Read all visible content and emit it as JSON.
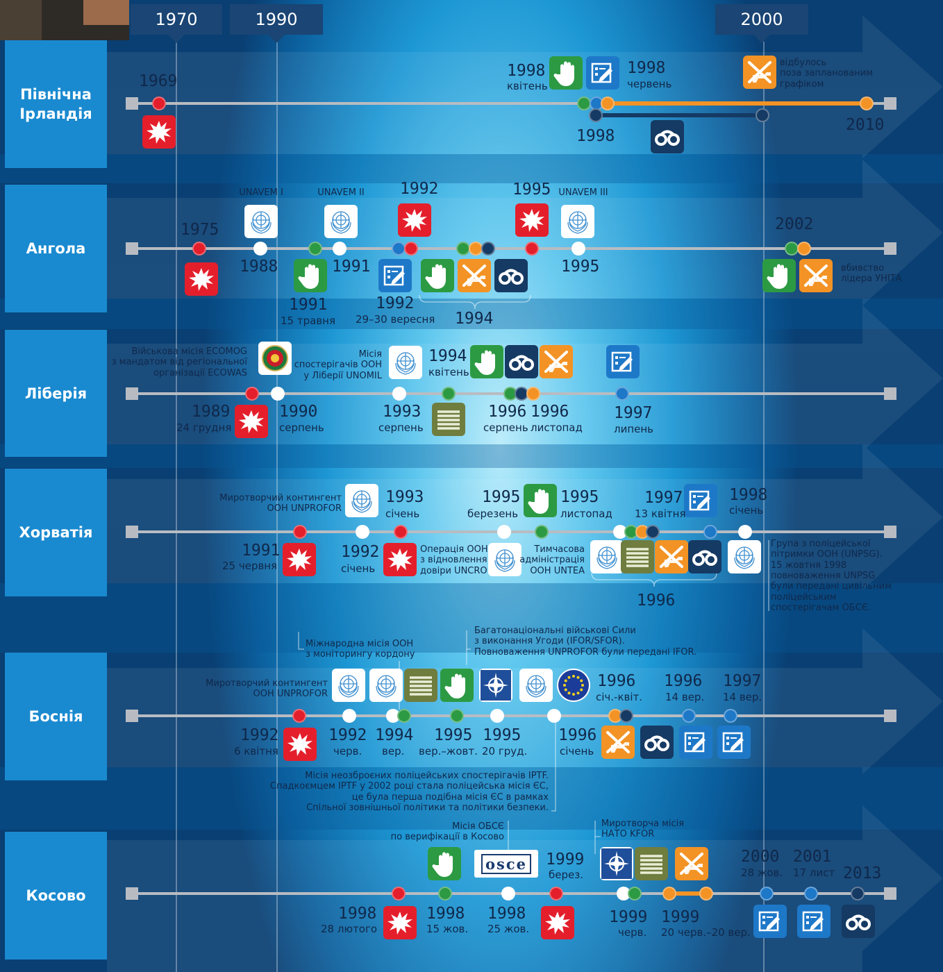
{
  "colors": {
    "conflict": "#e41f2b",
    "ceasefire": "#2c9a43",
    "agreement": "#1e78c8",
    "disarm": "#f39325",
    "arrests": "#153a63",
    "un": "#ffffff",
    "tab": "#1a4574",
    "label": "#1a8ad0",
    "axis": "#b8bcc2"
  },
  "icons": {
    "conflict": "explosion-icon",
    "ceasefire": "hand-icon",
    "agreement": "signed-document-icon",
    "disarm": "crossed-rifle-icon",
    "arrests": "handcuffs-icon",
    "un": "un-emblem-icon",
    "troops": "military-rank-icon",
    "ecowas": "ecowas-emblem-icon",
    "nato": "nato-emblem-icon",
    "eu": "eu-flag-icon",
    "osce": "osce-logo"
  },
  "timeline": {
    "y1970": "1970",
    "y1990": "1990",
    "y2000": "2000"
  },
  "ni": {
    "name": "Північна Ірландія",
    "y1969": "1969",
    "y1998a": "1998",
    "apr": "квітень",
    "y1998b": "1998",
    "jun": "червень",
    "note": "відбулось\nпоза запланованим\nграфіком",
    "y1998c": "1998",
    "y2010": "2010"
  },
  "ang": {
    "name": "Ангола",
    "unavem1": "UNAVEM I",
    "unavem2": "UNAVEM II",
    "unavem3": "UNAVEM III",
    "y1992a": "1992",
    "y1995a": "1995",
    "y1975": "1975",
    "y1988": "1988",
    "y1991a": "1991",
    "y1991b": "1991",
    "may15": "15 травня",
    "y1992b": "1992",
    "sep": "29–30 вересня",
    "y1994": "1994",
    "y1995b": "1995",
    "y2002": "2002",
    "note": "вбивство\nлідера УНІТА"
  },
  "lib": {
    "name": "Ліберія",
    "ecomog": "Військова місія ECOMOG\nз мандатом від регіональної\nорганізації ECOWAS",
    "unomil": "Місія\nспостерігачів ООН\nу Ліберії UNOMIL",
    "y1994": "1994",
    "apr": "квітень",
    "y1989": "1989",
    "dec24": "24 грудня",
    "y1990": "1990",
    "aug1": "серпень",
    "y1993": "1993",
    "aug2": "серпень",
    "y1996a": "1996",
    "aug3": "серпень",
    "y1996b": "1996",
    "nov": "листопад",
    "y1997": "1997",
    "jul": "липень"
  },
  "cro": {
    "name": "Хорватія",
    "unprofor": "Миротворчий контингент\nООН UNPROFOR",
    "y1993": "1993",
    "jan1": "січень",
    "y1995a": "1995",
    "mar": "березень",
    "y1995b": "1995",
    "nov": "листопад",
    "y1997": "1997",
    "apr13": "13 квітня",
    "y1998": "1998",
    "jan2": "січень",
    "y1991": "1991",
    "jun25": "25 червня",
    "y1992": "1992",
    "jan3": "січень",
    "uncro": "Операція ООН\nз відновлення\nдовіри UNCRO",
    "untaes": "Тимчасова\nадміністрація\nООН UNTEA",
    "y1996": "1996",
    "unpsg": "Група з поліцейської\nпітримки ООН (UNPSG).\n15 жовтня 1998\nповноваження UNPSG\nбули передані цивільним\nполіцейським\nспостерігачам ОБСЄ."
  },
  "bos": {
    "name": "Боснія",
    "border": "Міжнародна місія ООН\nз моніторингу кордону",
    "ifor": "Багатонаціональні військові Сили\nз виконання Угоди (IFOR/SFOR).\nПовноваження UNPROFOR були передані IFOR.",
    "unprofor": "Миротворчий контингент\nООН UNPROFOR",
    "y1996a": "1996",
    "janapr": "січ.-квіт.",
    "y1996b": "1996",
    "sep14a": "14 вер.",
    "y1997": "1997",
    "sep14b": "14 вер.",
    "y1992a": "1992",
    "apr6": "6 квітня",
    "y1992b": "1992",
    "jun": "черв.",
    "y1994": "1994",
    "sep1": "вер.",
    "y1995a": "1995",
    "sepoct": "вер.–жовт.",
    "y1995b": "1995",
    "dec20": "20 груд.",
    "y1996c": "1996",
    "jan": "січень",
    "iptf": "Місія неозброєних поліцейських спостерігачів IPTF.\nСпадкоємцем IPTF у 2002 році стала поліцейська місія ЄС,\nце була перша подібна місія ЄС в рамках\nСпільної зовнішньої політики та політики безпеки."
  },
  "kos": {
    "name": "Косово",
    "osce_mission": "Місія ОБСЄ\nпо верифікації в Косово",
    "osce": "osce",
    "y1999a": "1999",
    "mar": "берез.",
    "kfor": "Миротворча місія\nНАТО KFOR",
    "y2000": "2000",
    "oct28": "28 жов.",
    "y2001": "2001",
    "nov17": "17 лист",
    "y2013": "2013",
    "y1998a": "1998",
    "feb28": "28 лютого",
    "y1998b": "1998",
    "oct15": "15 жов.",
    "y1998c": "1998",
    "oct25": "25 жов.",
    "y1999b": "1999",
    "jun": "черв.",
    "y1999c": "1999",
    "range": "20 черв.–20 вер."
  }
}
